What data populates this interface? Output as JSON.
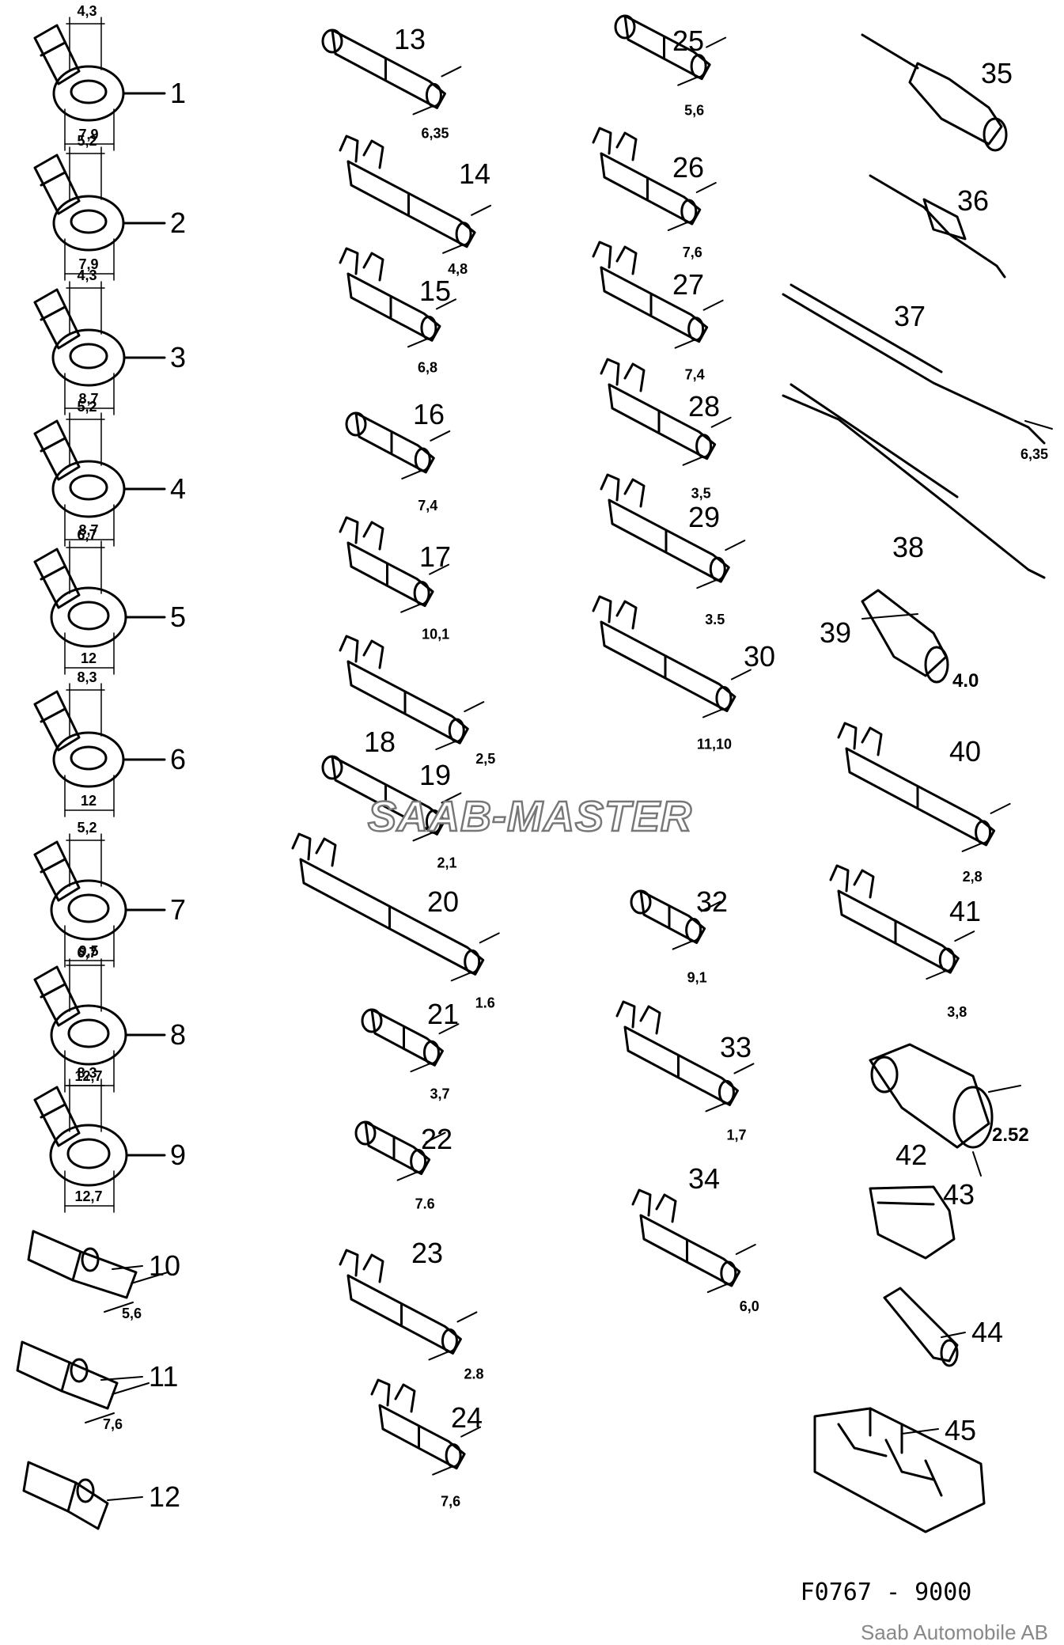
{
  "figure_code": "F0767 - 9000",
  "copyright": "Saab Automobile AB",
  "watermark": "SAAB-MASTER",
  "parts": [
    {
      "n": "1",
      "dims": [
        "4,3",
        "7,9"
      ]
    },
    {
      "n": "2",
      "dims": [
        "5,2",
        "7,9"
      ]
    },
    {
      "n": "3",
      "dims": [
        "4,3",
        "8,7"
      ]
    },
    {
      "n": "4",
      "dims": [
        "5,2",
        "8,7"
      ]
    },
    {
      "n": "5",
      "dims": [
        "6,7",
        "12"
      ]
    },
    {
      "n": "6",
      "dims": [
        "8,3",
        "12"
      ]
    },
    {
      "n": "7",
      "dims": [
        "5,2",
        "9,5"
      ]
    },
    {
      "n": "8",
      "dims": [
        "6,7",
        "12,7"
      ]
    },
    {
      "n": "9",
      "dims": [
        "8,3",
        "12,7"
      ]
    },
    {
      "n": "10",
      "dims": [
        "5,6"
      ]
    },
    {
      "n": "11",
      "dims": [
        "7,6"
      ]
    },
    {
      "n": "12",
      "dims": []
    },
    {
      "n": "13",
      "dims": [
        "6,35"
      ]
    },
    {
      "n": "14",
      "dims": [
        "4,8"
      ]
    },
    {
      "n": "15",
      "dims": [
        "6,8"
      ]
    },
    {
      "n": "16",
      "dims": [
        "7,4"
      ]
    },
    {
      "n": "17",
      "dims": [
        "10,1"
      ]
    },
    {
      "n": "18",
      "dims": [
        "2,5"
      ]
    },
    {
      "n": "19",
      "dims": [
        "2,1"
      ]
    },
    {
      "n": "20",
      "dims": [
        "1.6"
      ]
    },
    {
      "n": "21",
      "dims": [
        "3,7"
      ]
    },
    {
      "n": "22",
      "dims": [
        "7.6"
      ]
    },
    {
      "n": "23",
      "dims": [
        "2.8"
      ]
    },
    {
      "n": "24",
      "dims": [
        "7,6"
      ]
    },
    {
      "n": "25",
      "dims": [
        "5,6"
      ]
    },
    {
      "n": "26",
      "dims": [
        "7,6"
      ]
    },
    {
      "n": "27",
      "dims": [
        "7,4"
      ]
    },
    {
      "n": "28",
      "dims": [
        "3,5"
      ]
    },
    {
      "n": "29",
      "dims": [
        "3.5"
      ]
    },
    {
      "n": "30",
      "dims": [
        "11,10"
      ]
    },
    {
      "n": "32",
      "dims": [
        "9,1"
      ]
    },
    {
      "n": "33",
      "dims": [
        "1,7"
      ]
    },
    {
      "n": "34",
      "dims": [
        "6,0"
      ]
    },
    {
      "n": "35",
      "dims": []
    },
    {
      "n": "36",
      "dims": []
    },
    {
      "n": "37",
      "dims": [
        "6,35"
      ]
    },
    {
      "n": "38",
      "dims": []
    },
    {
      "n": "39",
      "dims": [
        "4.0"
      ]
    },
    {
      "n": "40",
      "dims": [
        "2,8"
      ]
    },
    {
      "n": "41",
      "dims": [
        "3,8"
      ]
    },
    {
      "n": "42",
      "dims": [
        "2.52"
      ]
    },
    {
      "n": "43",
      "dims": []
    },
    {
      "n": "44",
      "dims": []
    },
    {
      "n": "45",
      "dims": []
    }
  ]
}
